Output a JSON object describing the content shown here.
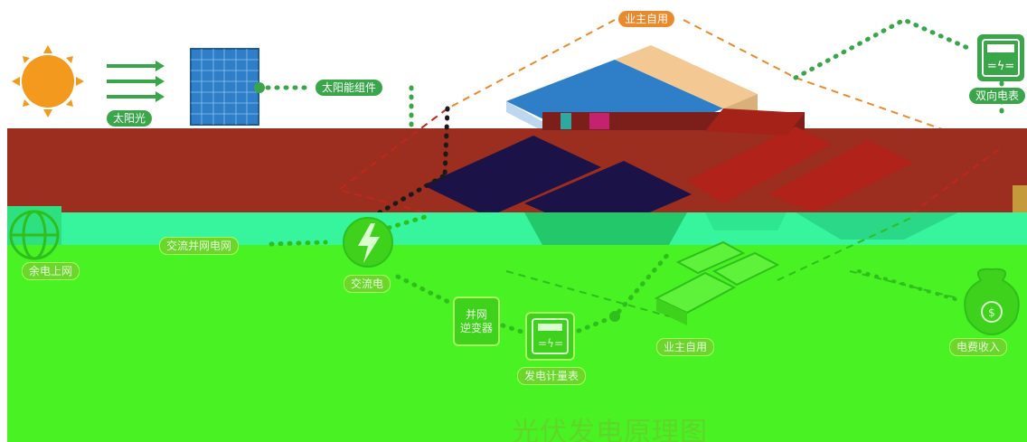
{
  "labels": {
    "sunlight": "太阳光",
    "pv_module": "太阳能组件",
    "owner_use_top": "业主自用",
    "bidirectional_meter": "双向电表",
    "grid_surplus": "余电上网",
    "ac_grid_note": "交流并网电网",
    "ac_power": "交流电",
    "grid_inverter_line1": "并网",
    "grid_inverter_line2": "逆变器",
    "generation_meter": "发电计量表",
    "owner_use_bottom": "业主自用",
    "electricity_income": "电费收入",
    "title": "光伏发电原理图"
  },
  "colors": {
    "sun": "#f39a1e",
    "arrow_green": "#3aa64a",
    "panel_blue": "#2f7fc8",
    "label_orange": "#e98a2c",
    "band_red": "#9b2e1e",
    "band_green": "#49f223",
    "strip_aqua": "#36f59c"
  },
  "icons": [
    "sun-icon",
    "light-arrows-icon",
    "solar-panel-icon",
    "meter-icon",
    "globe-icon",
    "lightning-icon",
    "inverter-icon",
    "money-bag-icon"
  ]
}
